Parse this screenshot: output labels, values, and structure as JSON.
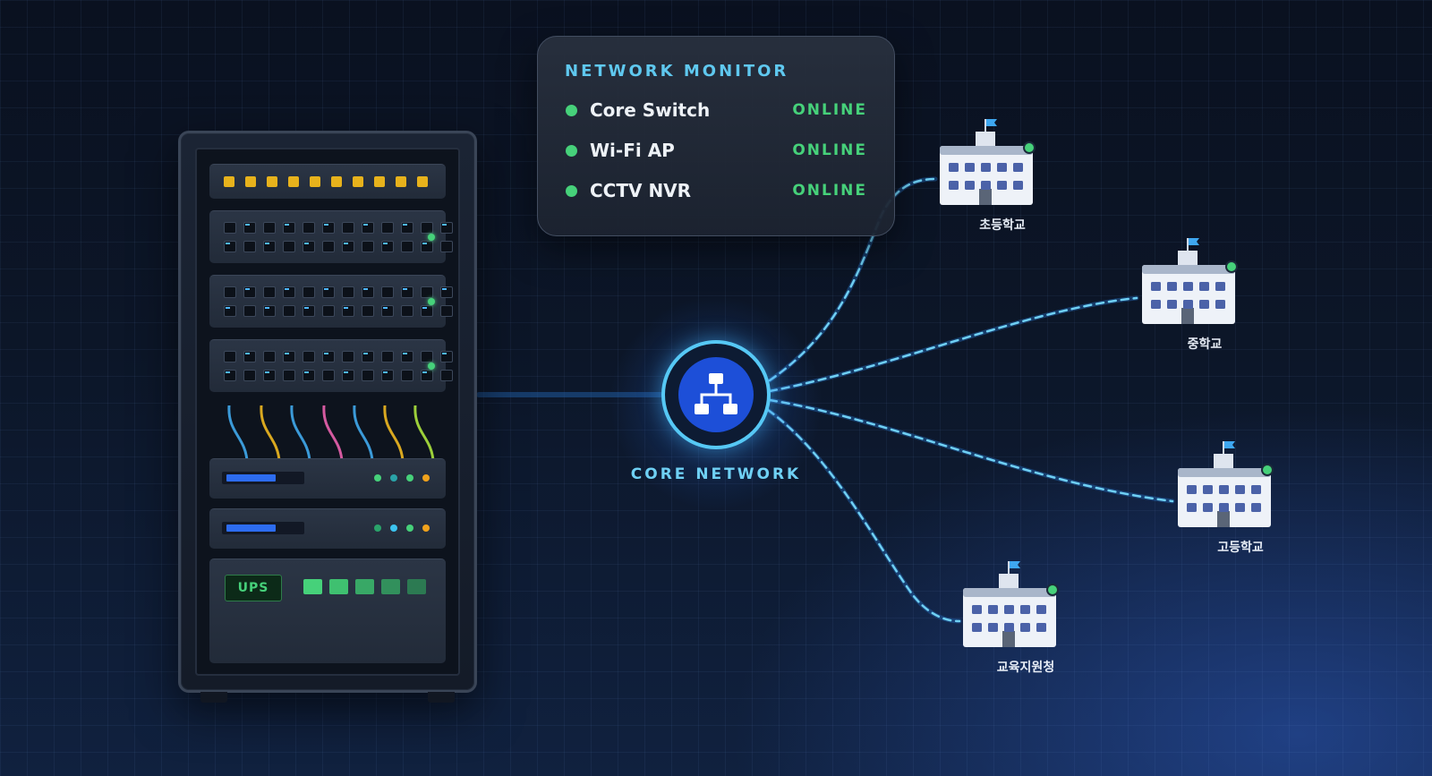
{
  "monitor": {
    "title": "NETWORK MONITOR",
    "items": [
      {
        "name": "Core Switch",
        "status": "ONLINE"
      },
      {
        "name": "Wi-Fi AP",
        "status": "ONLINE"
      },
      {
        "name": "CCTV NVR",
        "status": "ONLINE"
      }
    ]
  },
  "core": {
    "label": "CORE NETWORK",
    "icon": "network-hierarchy-icon"
  },
  "rack": {
    "ups_label": "UPS"
  },
  "schools": [
    {
      "label": "초등학교"
    },
    {
      "label": "중학교"
    },
    {
      "label": "고등학교"
    },
    {
      "label": "교육지원청"
    }
  ],
  "colors": {
    "accent_cyan": "#5fc8ef",
    "online_green": "#46d17a",
    "core_blue": "#1d4fd8",
    "link_dash": "#6fd0f4"
  }
}
